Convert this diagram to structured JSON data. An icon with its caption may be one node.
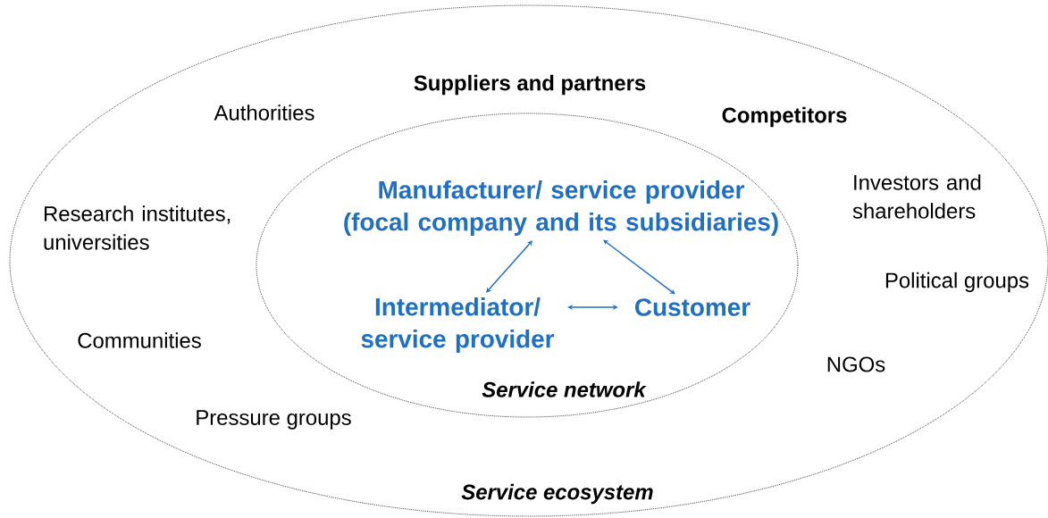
{
  "diagram": {
    "nodes": [
      {
        "text": [
          "Service ecosystem"
        ]
      },
      {
        "text": [
          "Service network"
        ],
        "in": 0
      },
      {
        "text": [
          "Manufacturer/ service provider (focal company and its subsidiaries)"
        ],
        "in": 1
      },
      {
        "text": [
          "Intermediator/ service provider"
        ],
        "in": 1
      },
      {
        "text": [
          "Customer"
        ],
        "in": 1
      }
    ],
    "edges": [
      {
        "from": 2,
        "to": 3,
        "arrow": "both"
      },
      {
        "from": 2,
        "to": 4,
        "arrow": "both"
      },
      {
        "from": 3,
        "to": 4,
        "arrow": "both"
      }
    ],
    "labels": [
      "Suppliers and partners",
      "Authorities",
      "Competitors",
      "Investors and shareholders",
      "Research institutes, universities",
      "Political groups",
      "Communities",
      "NGOs",
      "Pressure groups"
    ]
  }
}
